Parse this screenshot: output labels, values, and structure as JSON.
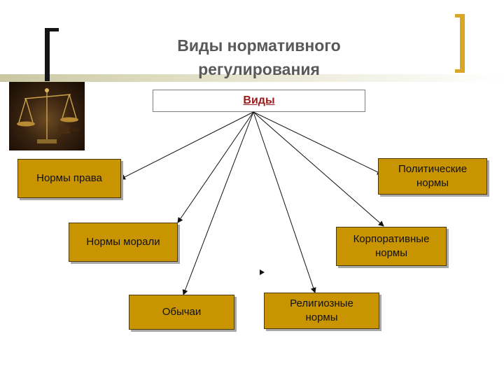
{
  "title": {
    "line1": "Виды   нормативного",
    "line2": "регулирования"
  },
  "root": {
    "label": "Виды"
  },
  "nodes": {
    "law": "Нормы права",
    "morality": "Нормы морали",
    "customs": "Обычаи",
    "religious": [
      "Религиозные",
      "нормы"
    ],
    "corporate": [
      "Корпоративные",
      "нормы"
    ],
    "political": [
      "Политические",
      "нормы"
    ]
  },
  "colors": {
    "node_fill": "#c89400",
    "root_text": "#9b1b1b",
    "title_text": "#595959",
    "bracket_gold": "#d9a626",
    "bracket_dark": "#151515"
  }
}
